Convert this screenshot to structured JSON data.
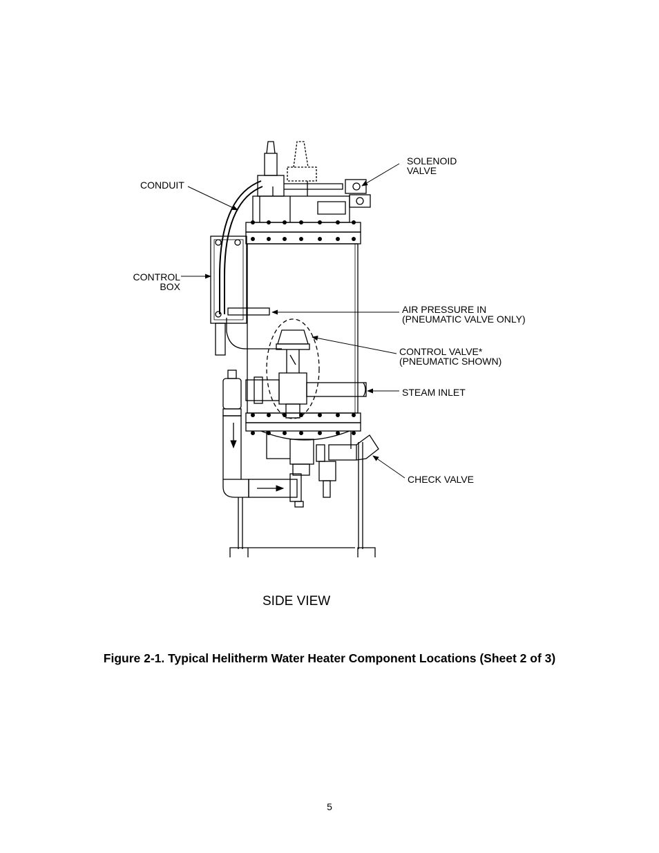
{
  "callouts": {
    "solenoid_valve": [
      "SOLENOID",
      "VALVE"
    ],
    "conduit": [
      "CONDUIT"
    ],
    "control_box": [
      "CONTROL",
      "BOX"
    ],
    "air_pressure": [
      "AIR PRESSURE IN",
      "(PNEUMATIC VALVE ONLY)"
    ],
    "control_valve": [
      "CONTROL VALVE*",
      "(PNEUMATIC SHOWN)"
    ],
    "steam_inlet": [
      "STEAM INLET"
    ],
    "check_valve": [
      "CHECK VALVE"
    ]
  },
  "view_title": "SIDE VIEW",
  "caption": "Figure 2-1.  Typical Helitherm Water Heater Component Locations (Sheet 2 of 3)",
  "page_number": "5"
}
